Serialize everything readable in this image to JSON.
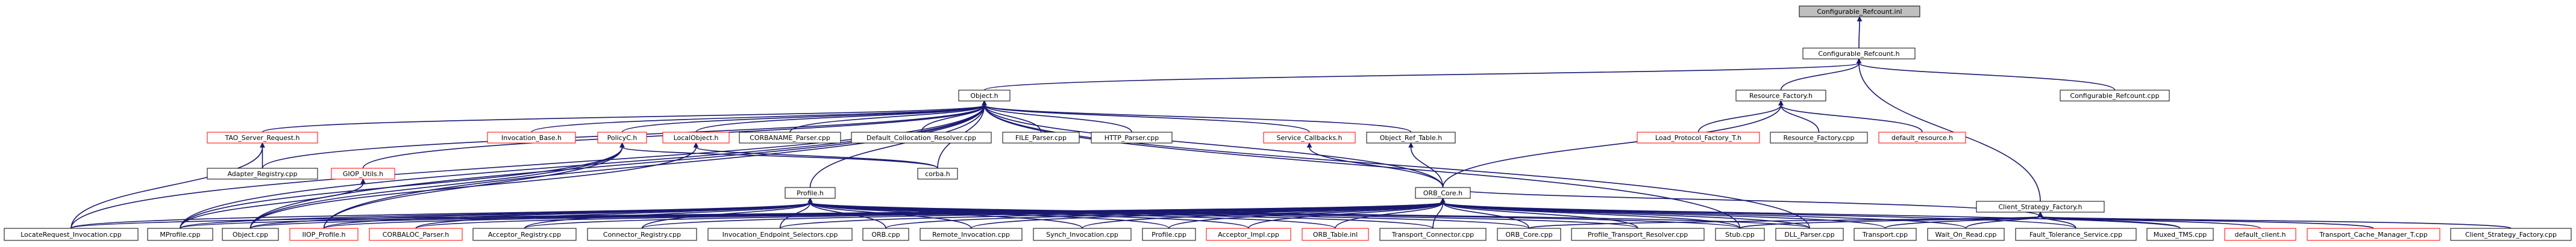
{
  "graph_title": "Configurable_Refcount.inl",
  "colors": {
    "edge": "#191970",
    "box_border": "#000000",
    "box_border_missing": "#ff0000",
    "root_fill": "#bfbfbf",
    "background": "#ffffff"
  },
  "nodes": [
    {
      "id": "cr_inl",
      "label": "Configurable_Refcount.inl",
      "border": "root"
    },
    {
      "id": "cr_h",
      "label": "Configurable_Refcount.h",
      "border": "black"
    },
    {
      "id": "cr_cpp",
      "label": "Configurable_Refcount.cpp",
      "border": "black"
    },
    {
      "id": "object_h",
      "label": "Object.h",
      "border": "black"
    },
    {
      "id": "resource_factory_h",
      "label": "Resource_Factory.h",
      "border": "black"
    },
    {
      "id": "client_strategy_factory_h",
      "label": "Client_Strategy_Factory.h",
      "border": "black"
    },
    {
      "id": "tao_server_request_h",
      "label": "TAO_Server_Request.h",
      "border": "red"
    },
    {
      "id": "invocation_base_h",
      "label": "Invocation_Base.h",
      "border": "red"
    },
    {
      "id": "policy_h",
      "label": "PolicyC.h",
      "border": "red"
    },
    {
      "id": "localobject_h",
      "label": "LocalObject.h",
      "border": "red"
    },
    {
      "id": "corbaname_parser_cpp",
      "label": "CORBANAME_Parser.cpp",
      "border": "black"
    },
    {
      "id": "default_collocation_resolver_cpp",
      "label": "Default_Collocation_Resolver.cpp",
      "border": "black"
    },
    {
      "id": "file_parser_cpp",
      "label": "FILE_Parser.cpp",
      "border": "black"
    },
    {
      "id": "http_parser_cpp",
      "label": "HTTP_Parser.cpp",
      "border": "black"
    },
    {
      "id": "service_callbacks_h",
      "label": "Service_Callbacks.h",
      "border": "red"
    },
    {
      "id": "object_ref_table_h",
      "label": "Object_Ref_Table.h",
      "border": "black"
    },
    {
      "id": "load_protocol_factory_t_h",
      "label": "Load_Protocol_Factory_T.h",
      "border": "red"
    },
    {
      "id": "resource_factory_cpp",
      "label": "Resource_Factory.cpp",
      "border": "black"
    },
    {
      "id": "default_resource_h",
      "label": "default_resource.h",
      "border": "red"
    },
    {
      "id": "adapter_registry_cpp",
      "label": "Adapter_Registry.cpp",
      "border": "black"
    },
    {
      "id": "giop_utils_h",
      "label": "GIOP_Utils.h",
      "border": "red"
    },
    {
      "id": "profile_h",
      "label": "Profile.h",
      "border": "black"
    },
    {
      "id": "corba_h",
      "label": "corba.h",
      "border": "black"
    },
    {
      "id": "orb_core_h",
      "label": "ORB_Core.h",
      "border": "black"
    },
    {
      "id": "localrequest_invocation_cpp",
      "label": "LocateRequest_Invocation.cpp",
      "border": "black"
    },
    {
      "id": "mprofile_cpp",
      "label": "MProfile.cpp",
      "border": "black"
    },
    {
      "id": "object_cpp",
      "label": "Object.cpp",
      "border": "black"
    },
    {
      "id": "iiop_profile_h",
      "label": "IIOP_Profile.h",
      "border": "red"
    },
    {
      "id": "corbaloc_parser_h",
      "label": "CORBALOC_Parser.h",
      "border": "red"
    },
    {
      "id": "acceptor_registry_cpp",
      "label": "Acceptor_Registry.cpp",
      "border": "black"
    },
    {
      "id": "connector_registry_cpp",
      "label": "Connector_Registry.cpp",
      "border": "black"
    },
    {
      "id": "invocation_endpoint_selectors_cpp",
      "label": "Invocation_Endpoint_Selectors.cpp",
      "border": "black"
    },
    {
      "id": "orb_cpp",
      "label": "ORB.cpp",
      "border": "black"
    },
    {
      "id": "remote_invocation_cpp",
      "label": "Remote_Invocation.cpp",
      "border": "black"
    },
    {
      "id": "synch_invocation_cpp",
      "label": "Synch_Invocation.cpp",
      "border": "black"
    },
    {
      "id": "profile_cpp",
      "label": "Profile.cpp",
      "border": "black"
    },
    {
      "id": "acceptor_impl_cpp",
      "label": "Acceptor_Impl.cpp",
      "border": "red"
    },
    {
      "id": "orb_table_inl",
      "label": "ORB_Table.inl",
      "border": "red"
    },
    {
      "id": "transport_connector_cpp",
      "label": "Transport_Connector.cpp",
      "border": "black"
    },
    {
      "id": "orb_core_cpp",
      "label": "ORB_Core.cpp",
      "border": "black"
    },
    {
      "id": "profile_transport_resolver_cpp",
      "label": "Profile_Transport_Resolver.cpp",
      "border": "black"
    },
    {
      "id": "stub_cpp",
      "label": "Stub.cpp",
      "border": "black"
    },
    {
      "id": "dll_parser_cpp",
      "label": "DLL_Parser.cpp",
      "border": "black"
    },
    {
      "id": "transport_cpp",
      "label": "Transport.cpp",
      "border": "black"
    },
    {
      "id": "wait_on_read_cpp",
      "label": "Wait_On_Read.cpp",
      "border": "black"
    },
    {
      "id": "fault_tolerance_service_cpp",
      "label": "Fault_Tolerance_Service.cpp",
      "border": "black"
    },
    {
      "id": "muxed_tms_cpp",
      "label": "Muxed_TMS.cpp",
      "border": "black"
    },
    {
      "id": "default_client_h",
      "label": "default_client.h",
      "border": "red"
    },
    {
      "id": "transport_cache_manager_t_cpp",
      "label": "Transport_Cache_Manager_T.cpp",
      "border": "red"
    },
    {
      "id": "client_strategy_factory_cpp",
      "label": "Client_Strategy_Factory.cpp",
      "border": "black"
    }
  ],
  "edges": [
    [
      "cr_h",
      "cr_inl"
    ],
    [
      "object_h",
      "cr_h"
    ],
    [
      "resource_factory_h",
      "cr_h"
    ],
    [
      "client_strategy_factory_h",
      "cr_h"
    ],
    [
      "cr_cpp",
      "cr_h"
    ],
    [
      "tao_server_request_h",
      "object_h"
    ],
    [
      "adapter_registry_cpp",
      "object_h"
    ],
    [
      "giop_utils_h",
      "object_h"
    ],
    [
      "invocation_base_h",
      "object_h"
    ],
    [
      "policy_h",
      "object_h"
    ],
    [
      "localobject_h",
      "object_h"
    ],
    [
      "corbaname_parser_cpp",
      "object_h"
    ],
    [
      "default_collocation_resolver_cpp",
      "object_h"
    ],
    [
      "file_parser_cpp",
      "object_h"
    ],
    [
      "http_parser_cpp",
      "object_h"
    ],
    [
      "service_callbacks_h",
      "object_h"
    ],
    [
      "object_ref_table_h",
      "object_h"
    ],
    [
      "profile_h",
      "object_h"
    ],
    [
      "corba_h",
      "object_h"
    ],
    [
      "orb_core_h",
      "object_h"
    ],
    [
      "localrequest_invocation_cpp",
      "object_h"
    ],
    [
      "mprofile_cpp",
      "object_h"
    ],
    [
      "object_cpp",
      "object_h"
    ],
    [
      "iiop_profile_h",
      "object_h"
    ],
    [
      "stub_cpp",
      "object_h"
    ],
    [
      "dll_parser_cpp",
      "object_h"
    ],
    [
      "load_protocol_factory_t_h",
      "resource_factory_h"
    ],
    [
      "resource_factory_cpp",
      "resource_factory_h"
    ],
    [
      "default_resource_h",
      "resource_factory_h"
    ],
    [
      "orb_core_h",
      "resource_factory_h"
    ],
    [
      "orb_core_h",
      "client_strategy_factory_h"
    ],
    [
      "client_strategy_factory_cpp",
      "client_strategy_factory_h"
    ],
    [
      "default_client_h",
      "client_strategy_factory_h"
    ],
    [
      "muxed_tms_cpp",
      "client_strategy_factory_h"
    ],
    [
      "fault_tolerance_service_cpp",
      "client_strategy_factory_h"
    ],
    [
      "wait_on_read_cpp",
      "client_strategy_factory_h"
    ],
    [
      "transport_cpp",
      "client_strategy_factory_h"
    ],
    [
      "stub_cpp",
      "client_strategy_factory_h"
    ],
    [
      "transport_cache_manager_t_cpp",
      "client_strategy_factory_h"
    ],
    [
      "orb_core_cpp",
      "client_strategy_factory_h"
    ],
    [
      "adapter_registry_cpp",
      "tao_server_request_h"
    ],
    [
      "localrequest_invocation_cpp",
      "tao_server_request_h"
    ],
    [
      "mprofile_cpp",
      "policy_h"
    ],
    [
      "object_cpp",
      "policy_h"
    ],
    [
      "iiop_profile_h",
      "policy_h"
    ],
    [
      "corba_h",
      "policy_h"
    ],
    [
      "object_cpp",
      "localobject_h"
    ],
    [
      "corba_h",
      "localobject_h"
    ],
    [
      "mprofile_cpp",
      "giop_utils_h"
    ],
    [
      "orb_core_h",
      "service_callbacks_h"
    ],
    [
      "orb_core_h",
      "object_ref_table_h"
    ],
    [
      "localrequest_invocation_cpp",
      "profile_h"
    ],
    [
      "mprofile_cpp",
      "profile_h"
    ],
    [
      "object_cpp",
      "profile_h"
    ],
    [
      "iiop_profile_h",
      "profile_h"
    ],
    [
      "corbaloc_parser_h",
      "profile_h"
    ],
    [
      "acceptor_registry_cpp",
      "profile_h"
    ],
    [
      "connector_registry_cpp",
      "profile_h"
    ],
    [
      "invocation_endpoint_selectors_cpp",
      "profile_h"
    ],
    [
      "orb_cpp",
      "profile_h"
    ],
    [
      "remote_invocation_cpp",
      "profile_h"
    ],
    [
      "synch_invocation_cpp",
      "profile_h"
    ],
    [
      "profile_cpp",
      "profile_h"
    ],
    [
      "acceptor_impl_cpp",
      "profile_h"
    ],
    [
      "orb_table_inl",
      "profile_h"
    ],
    [
      "transport_connector_cpp",
      "profile_h"
    ],
    [
      "orb_core_cpp",
      "profile_h"
    ],
    [
      "profile_transport_resolver_cpp",
      "profile_h"
    ],
    [
      "stub_cpp",
      "profile_h"
    ],
    [
      "dll_parser_cpp",
      "profile_h"
    ],
    [
      "localrequest_invocation_cpp",
      "orb_core_h"
    ],
    [
      "mprofile_cpp",
      "orb_core_h"
    ],
    [
      "object_cpp",
      "orb_core_h"
    ],
    [
      "iiop_profile_h",
      "orb_core_h"
    ],
    [
      "corbaloc_parser_h",
      "orb_core_h"
    ],
    [
      "acceptor_registry_cpp",
      "orb_core_h"
    ],
    [
      "connector_registry_cpp",
      "orb_core_h"
    ],
    [
      "invocation_endpoint_selectors_cpp",
      "orb_core_h"
    ],
    [
      "orb_cpp",
      "orb_core_h"
    ],
    [
      "remote_invocation_cpp",
      "orb_core_h"
    ],
    [
      "synch_invocation_cpp",
      "orb_core_h"
    ],
    [
      "profile_cpp",
      "orb_core_h"
    ],
    [
      "acceptor_impl_cpp",
      "orb_core_h"
    ],
    [
      "orb_table_inl",
      "orb_core_h"
    ],
    [
      "transport_connector_cpp",
      "orb_core_h"
    ],
    [
      "orb_core_cpp",
      "orb_core_h"
    ],
    [
      "profile_transport_resolver_cpp",
      "orb_core_h"
    ],
    [
      "stub_cpp",
      "orb_core_h"
    ],
    [
      "dll_parser_cpp",
      "orb_core_h"
    ],
    [
      "transport_cpp",
      "orb_core_h"
    ],
    [
      "wait_on_read_cpp",
      "orb_core_h"
    ],
    [
      "fault_tolerance_service_cpp",
      "orb_core_h"
    ],
    [
      "muxed_tms_cpp",
      "orb_core_h"
    ]
  ]
}
